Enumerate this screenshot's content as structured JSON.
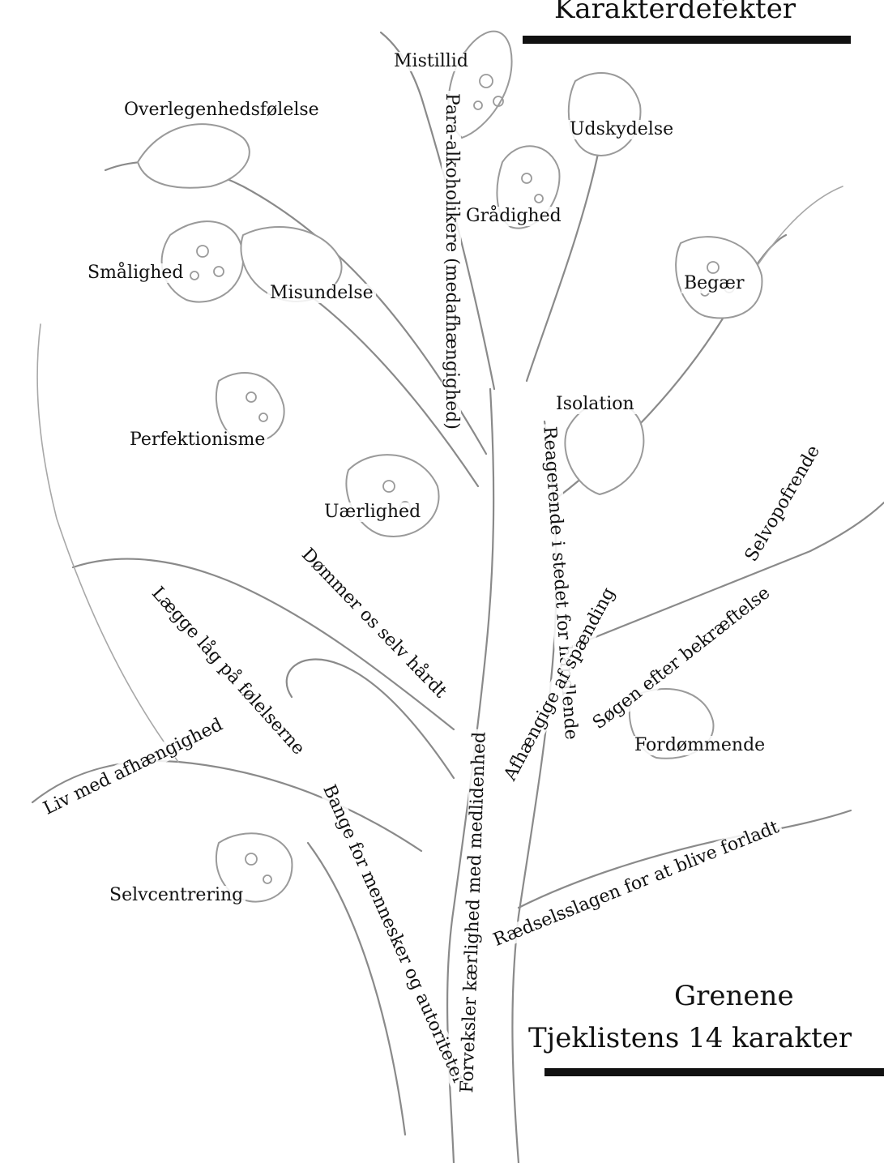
{
  "header": {
    "title": "Karakterdefekter"
  },
  "footer": {
    "line1": "Grenene",
    "line2": "Tjeklistens 14 karakter"
  },
  "labels": {
    "mistillid": "Mistillid",
    "overlegen": "Overlegenhedsfølelse",
    "udskydelse": "Udskydelse",
    "gradighed": "Grådighed",
    "smalighed": "Smålighed",
    "misundelse": "Misundelse",
    "begaer": "Begær",
    "isolation": "Isolation",
    "perfektionisme": "Perfektionisme",
    "uaerlighed": "Uærlighed",
    "fordommende": "Fordømmende",
    "selvcentrering": "Selvcentrering"
  },
  "branches": {
    "para": "Para-alkoholikere (medafhængighed)",
    "reagerende": "Reagerende i stedet for handlende",
    "selvopofrende": "Selvopofrende",
    "sogen": "Søgen efter bekræftelse",
    "afhaengige": "Afhængige af spænding",
    "dommer": "Dømmer os selv hårdt",
    "laegge": "Lægge låg på følelserne",
    "liv": "Liv med afhængighed",
    "bange": "Bange for mennesker og autoriteter",
    "forveksler": "Forveksler kærlighed med medlidenhed",
    "raedsel": "Rædselsslagen for at blive forladt"
  }
}
